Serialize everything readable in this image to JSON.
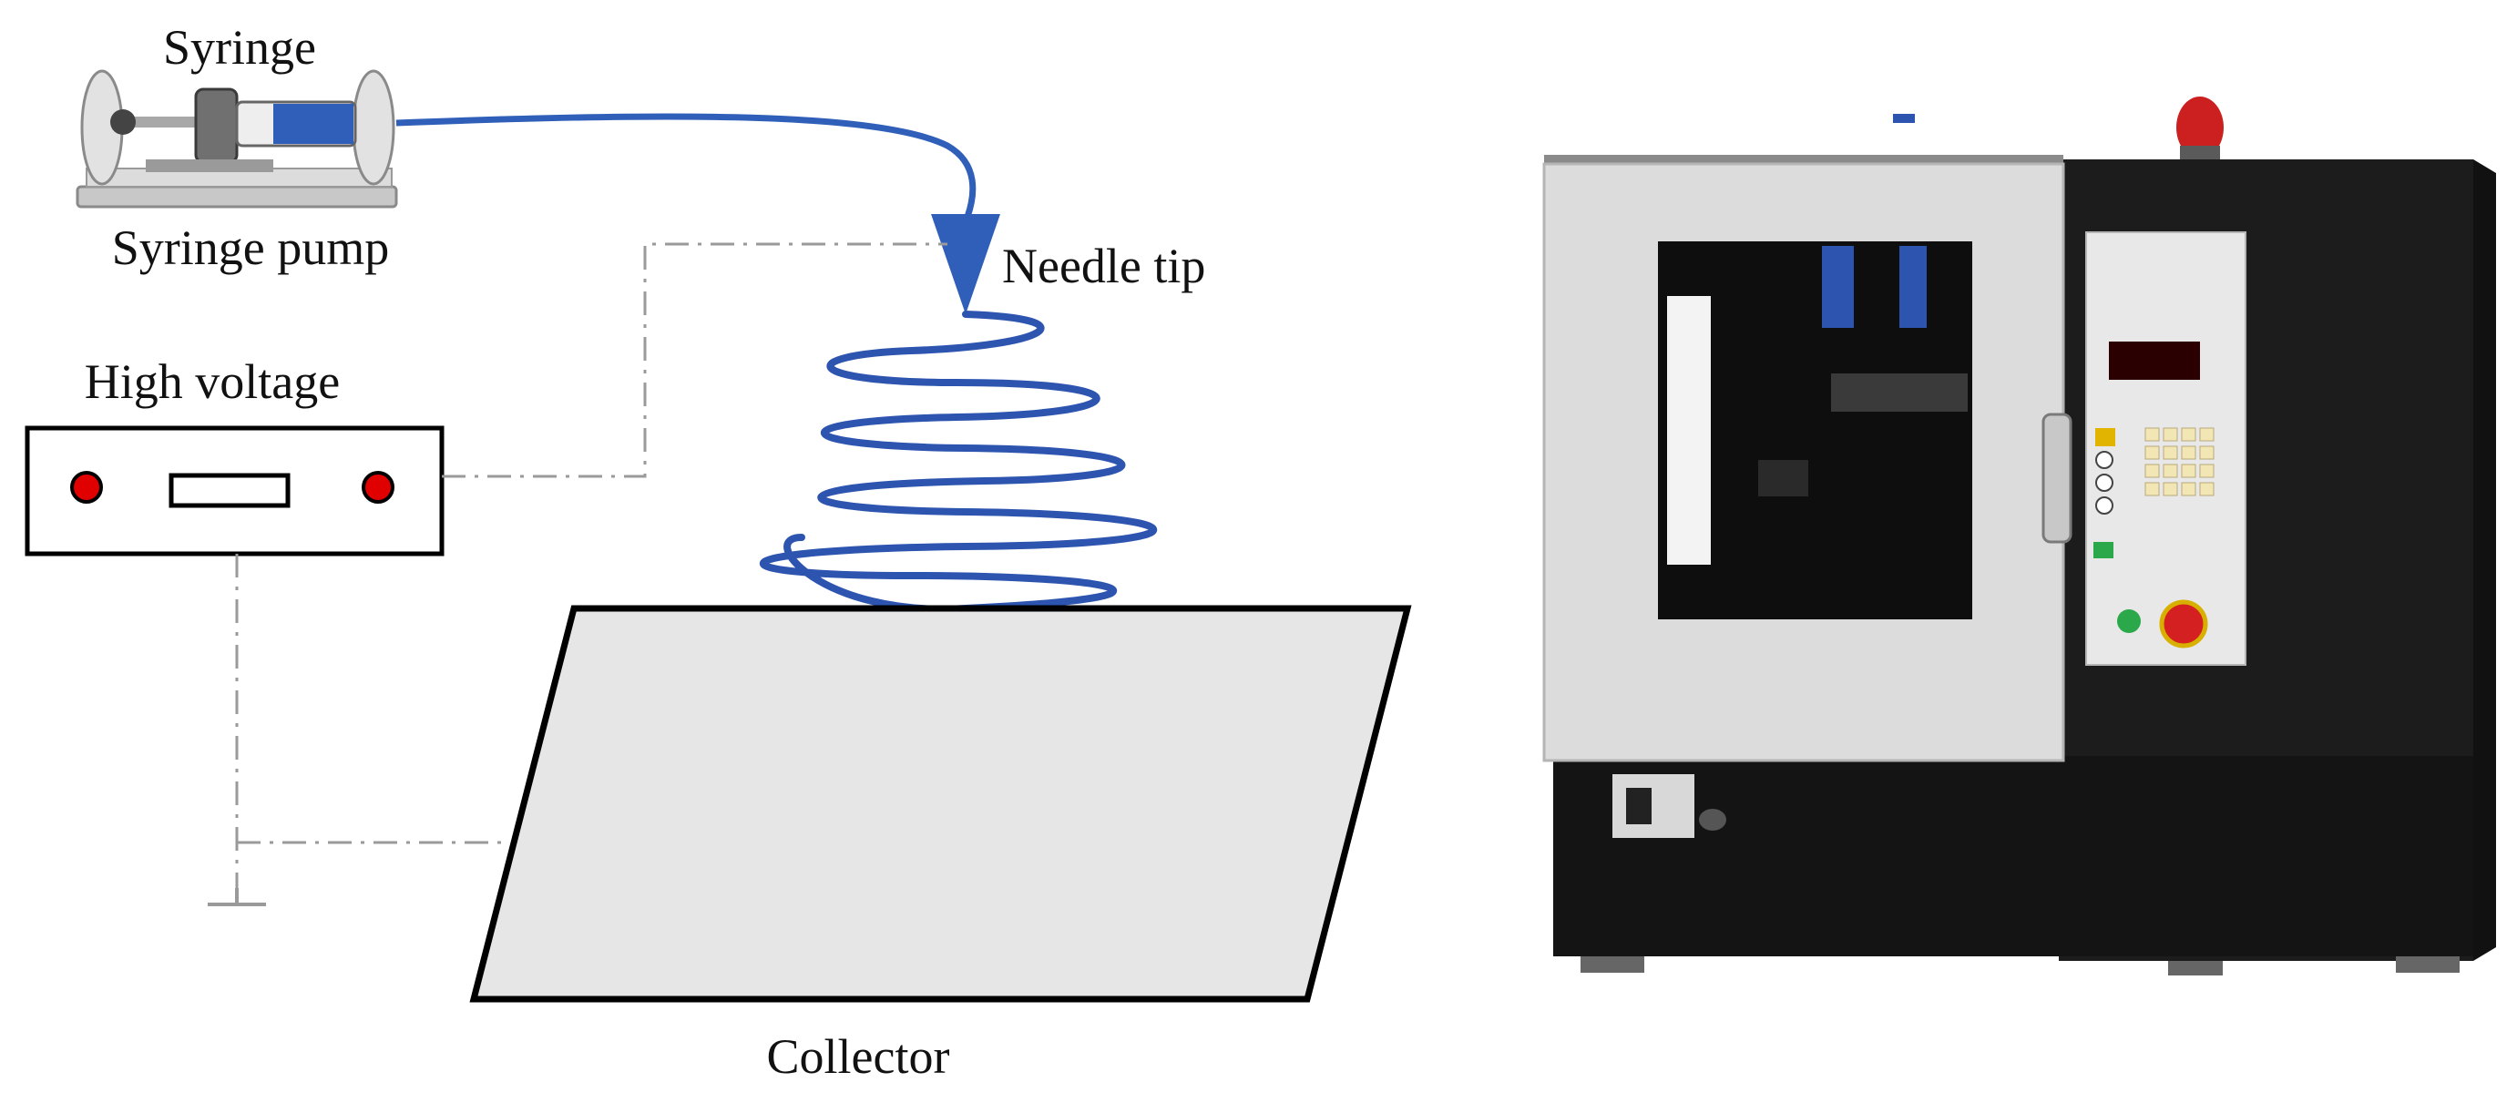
{
  "labels": {
    "syringe": "Syringe",
    "syringe_pump": "Syringe pump",
    "needle_tip": "Needle tip",
    "high_voltage": "High voltage",
    "collector": "Collector"
  },
  "colors": {
    "tube_blue": "#2f5fb8",
    "jet_blue": "#2d55b0",
    "electrode_red": "#e00000",
    "collector_fill": "#e6e6e6",
    "wire_gray": "#9a9a9a",
    "cabinet_black": "#1c1c1c",
    "door_light_gray": "#dcdcdc",
    "beacon_red": "#cc1f1f"
  },
  "icons": {
    "pump": "syringe-pump-icon",
    "needle": "needle-tip-icon",
    "ground": "ground-icon",
    "machine": "electrospinning-machine-icon"
  }
}
